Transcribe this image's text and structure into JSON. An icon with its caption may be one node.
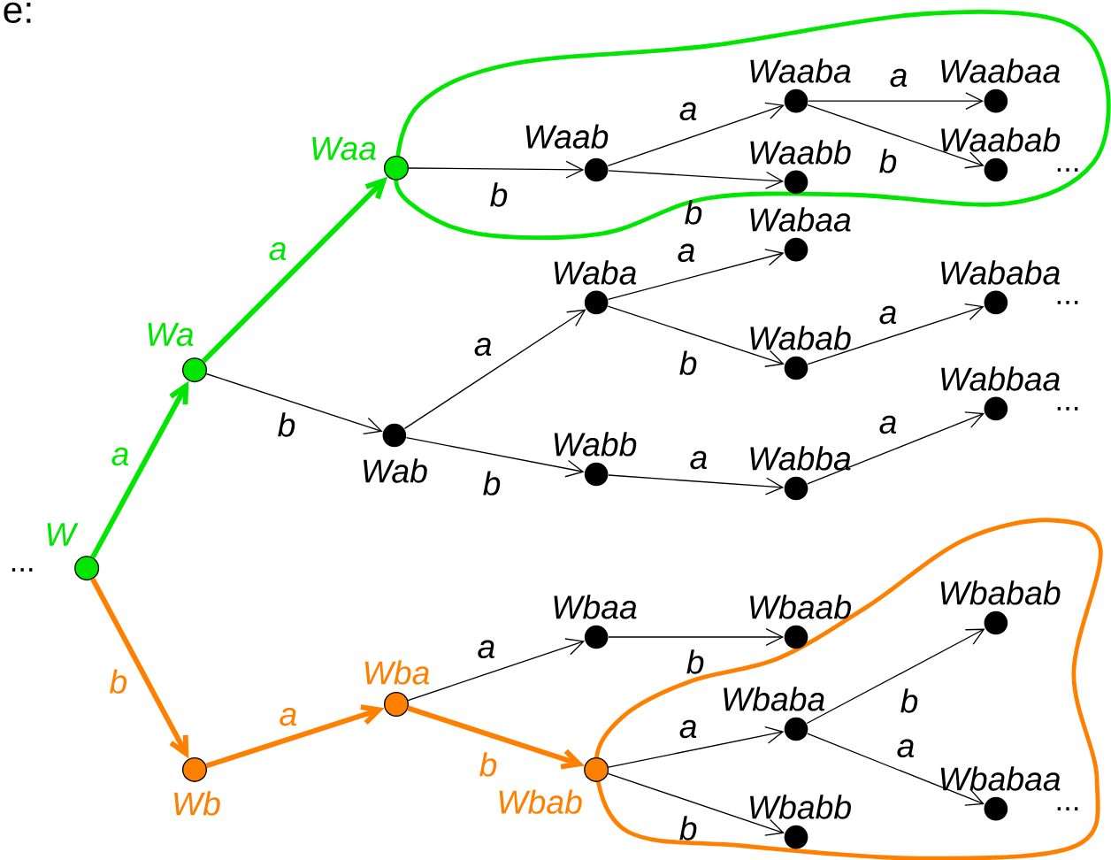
{
  "diagram": {
    "nodes": [
      {
        "text": [
          "W"
        ]
      },
      {
        "text": [
          "Wa"
        ]
      },
      {
        "text": [
          "Waa"
        ]
      },
      {
        "text": [],
        "shape": "cloud"
      },
      {
        "text": [
          "Waab"
        ],
        "in": 3
      },
      {
        "text": [
          "Waaba"
        ],
        "in": 3
      },
      {
        "text": [
          "Waabb"
        ],
        "in": 3
      },
      {
        "text": [
          "Waabaa"
        ],
        "in": 3
      },
      {
        "text": [
          "Waabab"
        ],
        "in": 3
      },
      {
        "text": [
          "Wab"
        ]
      },
      {
        "text": [
          "Waba"
        ]
      },
      {
        "text": [
          "Wabaa"
        ]
      },
      {
        "text": [
          "Wabab"
        ]
      },
      {
        "text": [
          "Wababa"
        ]
      },
      {
        "text": [
          "Wabb"
        ]
      },
      {
        "text": [
          "Wabba"
        ]
      },
      {
        "text": [
          "Wabbaa"
        ]
      },
      {
        "text": [
          "Wb"
        ]
      },
      {
        "text": [
          "Wba"
        ]
      },
      {
        "text": [
          "Wbaa"
        ]
      },
      {
        "text": [
          "Wbaab"
        ]
      },
      {
        "text": [
          "Wbab"
        ]
      },
      {
        "text": [],
        "shape": "cloud"
      },
      {
        "text": [
          "Wbaba"
        ],
        "in": 22
      },
      {
        "text": [
          "Wbabb"
        ],
        "in": 22
      },
      {
        "text": [
          "Wbabab"
        ],
        "in": 22
      },
      {
        "text": [
          "Wbabaa"
        ],
        "in": 22
      }
    ],
    "edges": [
      {
        "from": 0,
        "to": 1,
        "arrow": "to",
        "label": "a",
        "style": "thick",
        "color": "#00e600"
      },
      {
        "from": 1,
        "to": 2,
        "arrow": "to",
        "label": "a",
        "style": "thick",
        "color": "#00e600"
      },
      {
        "from": 2,
        "to": 4,
        "arrow": "to",
        "label": "b"
      },
      {
        "from": 4,
        "to": 5,
        "arrow": "to",
        "label": "a"
      },
      {
        "from": 4,
        "to": 6,
        "arrow": "to",
        "label": "b"
      },
      {
        "from": 5,
        "to": 7,
        "arrow": "to",
        "label": "a"
      },
      {
        "from": 5,
        "to": 8,
        "arrow": "to",
        "label": "b"
      },
      {
        "from": 1,
        "to": 9,
        "arrow": "to",
        "label": "b"
      },
      {
        "from": 9,
        "to": 10,
        "arrow": "to",
        "label": "a"
      },
      {
        "from": 10,
        "to": 11,
        "arrow": "to",
        "label": "a"
      },
      {
        "from": 10,
        "to": 12,
        "arrow": "to",
        "label": "b"
      },
      {
        "from": 12,
        "to": 13,
        "arrow": "to",
        "label": "a"
      },
      {
        "from": 9,
        "to": 14,
        "arrow": "to",
        "label": "b"
      },
      {
        "from": 14,
        "to": 15,
        "arrow": "to",
        "label": "a"
      },
      {
        "from": 15,
        "to": 16,
        "arrow": "to",
        "label": "a"
      },
      {
        "from": 0,
        "to": 17,
        "arrow": "to",
        "label": "b",
        "style": "thick",
        "color": "#ff8000"
      },
      {
        "from": 17,
        "to": 18,
        "arrow": "to",
        "label": "a",
        "style": "thick",
        "color": "#ff8000"
      },
      {
        "from": 18,
        "to": 19,
        "arrow": "to",
        "label": "a"
      },
      {
        "from": 19,
        "to": 20,
        "arrow": "to",
        "label": "b"
      },
      {
        "from": 18,
        "to": 21,
        "arrow": "to",
        "label": "b",
        "style": "thick",
        "color": "#ff8000"
      },
      {
        "from": 21,
        "to": 23,
        "arrow": "to",
        "label": "a"
      },
      {
        "from": 21,
        "to": 24,
        "arrow": "to",
        "label": "b"
      },
      {
        "from": 23,
        "to": 25,
        "arrow": "to",
        "label": "b"
      },
      {
        "from": 23,
        "to": 26,
        "arrow": "to",
        "label": "a"
      }
    ],
    "labels": [
      "e:",
      "...",
      "...",
      "...",
      "...",
      "..."
    ]
  }
}
